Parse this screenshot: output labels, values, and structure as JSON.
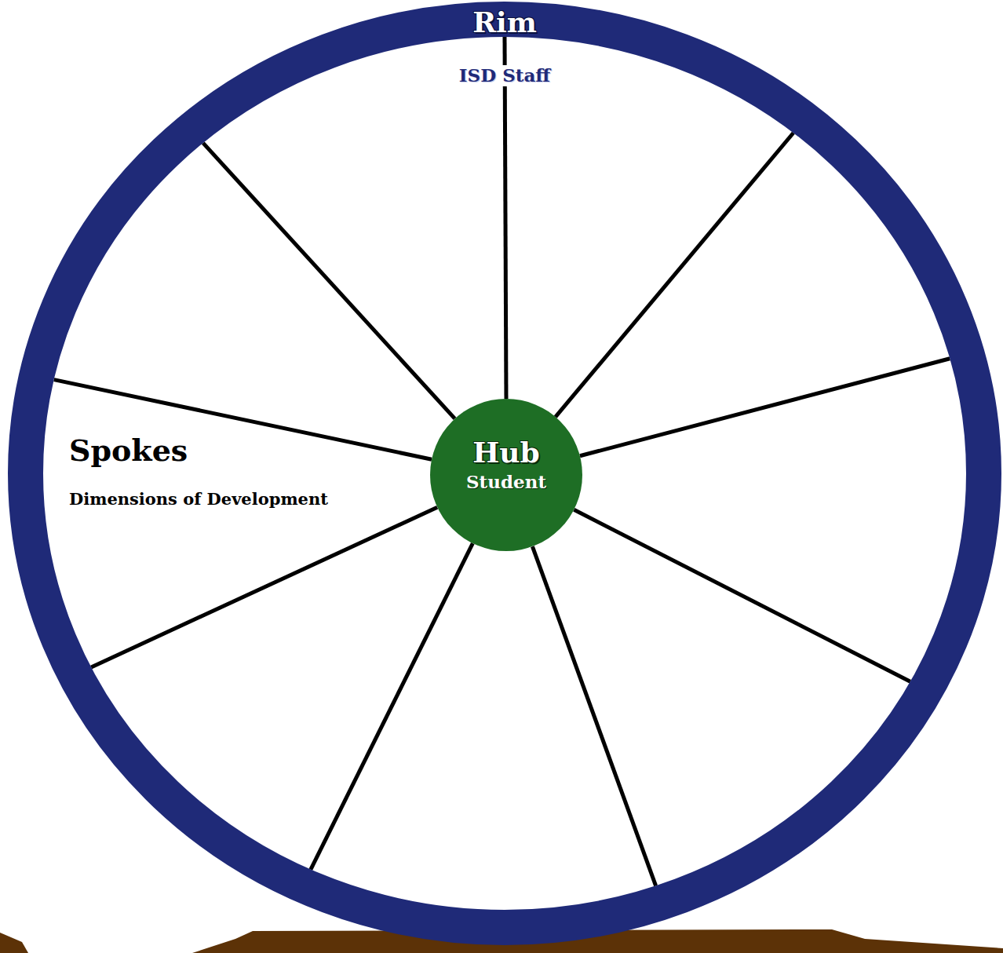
{
  "diagram": {
    "nodes": [
      {
        "text": [
          "Rim",
          "ISD Staff"
        ]
      },
      {
        "text": [
          "Hub",
          "Student"
        ],
        "in": 0
      }
    ],
    "edges": [
      {
        "from": 1,
        "to": 0,
        "arrow": "none"
      },
      {
        "from": 1,
        "to": 0,
        "arrow": "none"
      },
      {
        "from": 1,
        "to": 0,
        "arrow": "none"
      },
      {
        "from": 1,
        "to": 0,
        "arrow": "none"
      },
      {
        "from": 1,
        "to": 0,
        "arrow": "none"
      },
      {
        "from": 1,
        "to": 0,
        "arrow": "none"
      },
      {
        "from": 1,
        "to": 0,
        "arrow": "none"
      },
      {
        "from": 1,
        "to": 0,
        "arrow": "none"
      },
      {
        "from": 1,
        "to": 0,
        "arrow": "none"
      }
    ],
    "labels": [
      "Spokes",
      "Dimensions of Development"
    ]
  }
}
